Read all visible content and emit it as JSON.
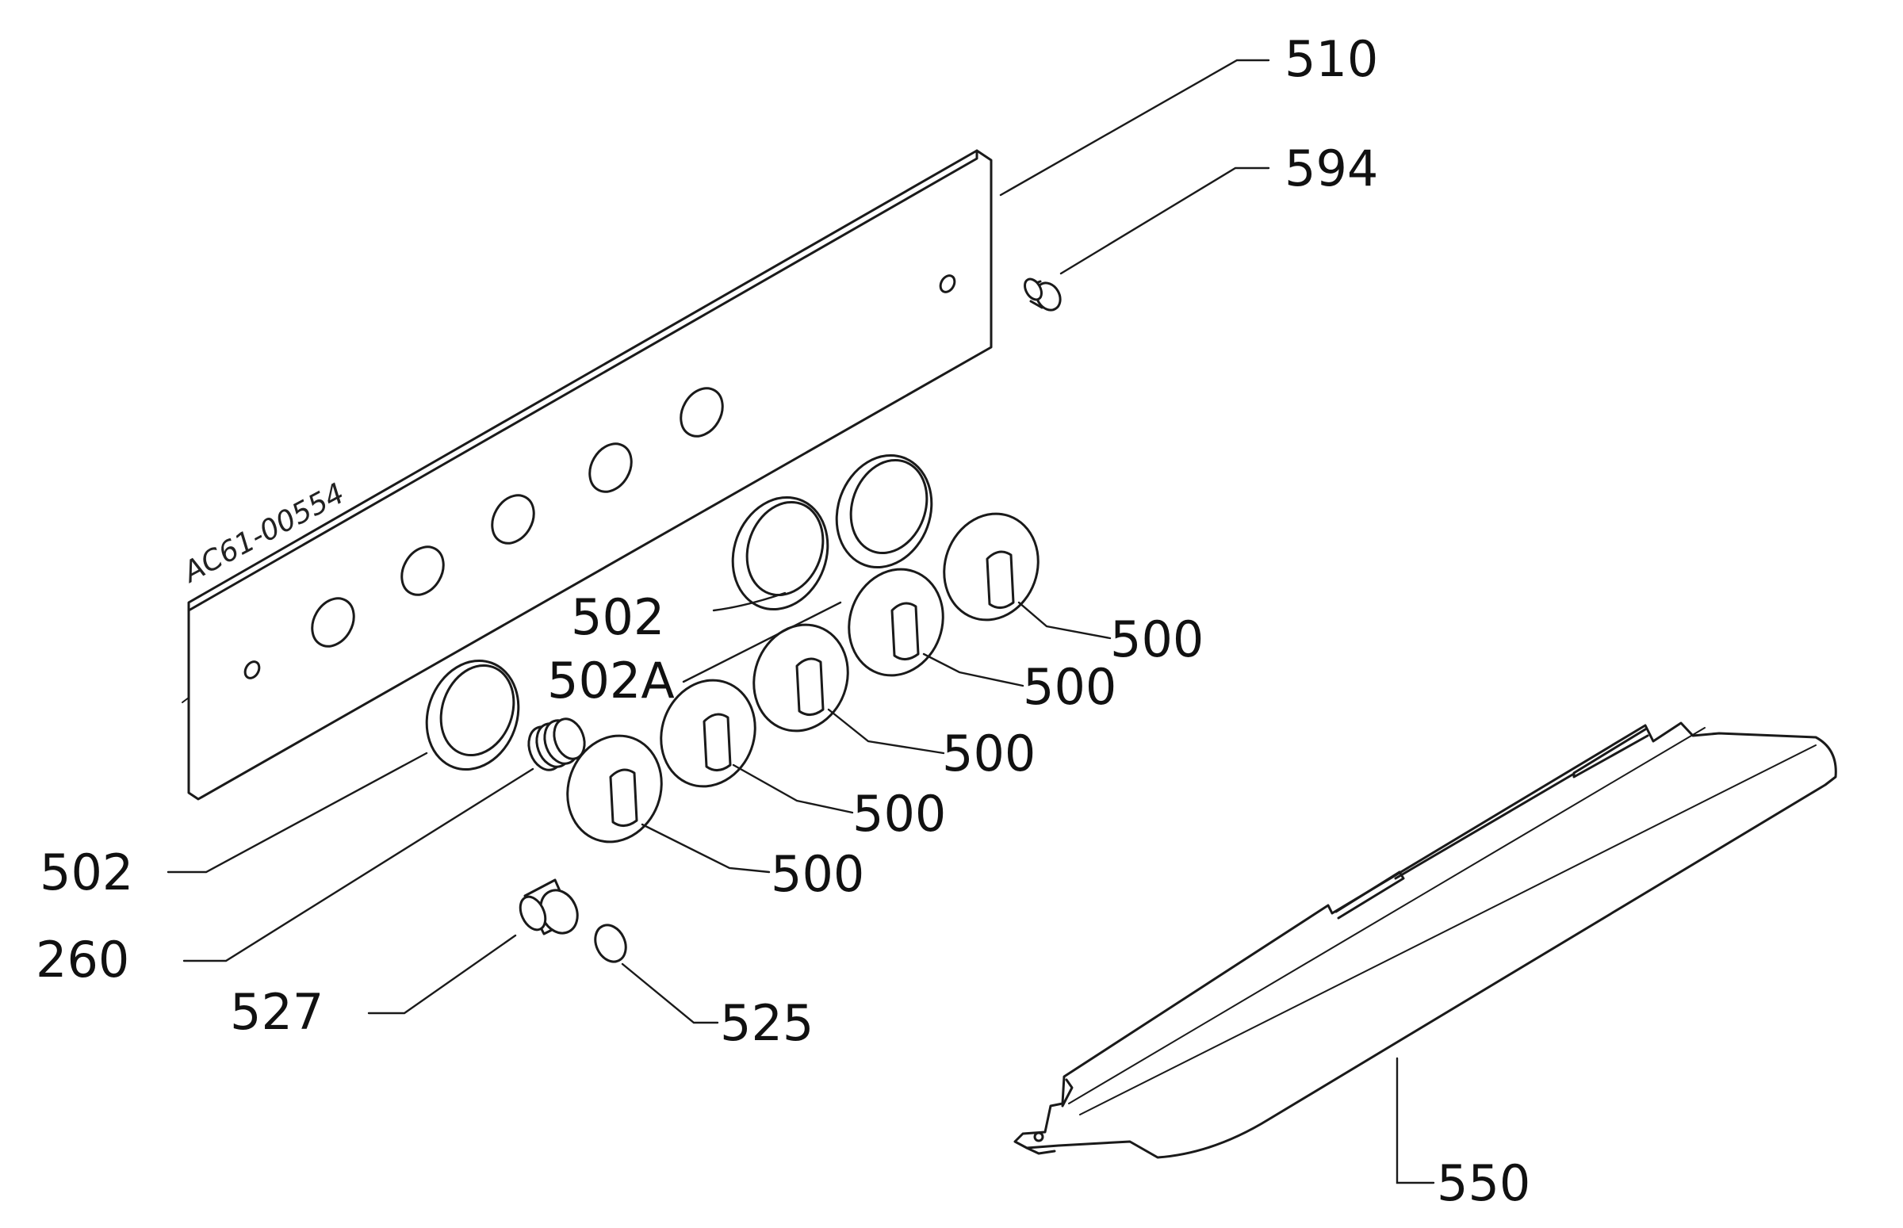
{
  "drawing_code": "AC61-00554",
  "callouts": [
    {
      "id": "c510",
      "text": "510"
    },
    {
      "id": "c594",
      "text": "594"
    },
    {
      "id": "c502-upper",
      "text": "502"
    },
    {
      "id": "c502a",
      "text": "502A"
    },
    {
      "id": "c500-1",
      "text": "500"
    },
    {
      "id": "c500-2",
      "text": "500"
    },
    {
      "id": "c500-3",
      "text": "500"
    },
    {
      "id": "c500-4",
      "text": "500"
    },
    {
      "id": "c500-5",
      "text": "500"
    },
    {
      "id": "c502-lower",
      "text": "502"
    },
    {
      "id": "c260",
      "text": "260"
    },
    {
      "id": "c527",
      "text": "527"
    },
    {
      "id": "c525",
      "text": "525"
    },
    {
      "id": "c550",
      "text": "550"
    }
  ]
}
